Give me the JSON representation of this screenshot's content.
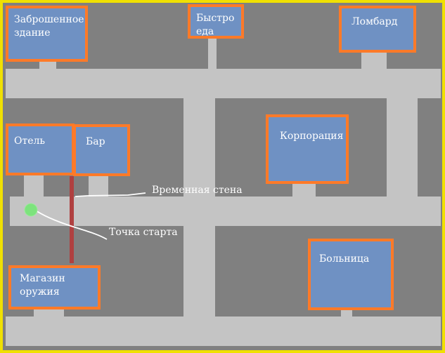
{
  "map": {
    "colors": {
      "frame": "#f0e000",
      "ground": "#808080",
      "road": "#c4c4c4",
      "building_fill": "#6f91c3",
      "building_border": "#ff7a28",
      "temporary_wall": "#b04040",
      "start_point": "#7de37d",
      "label_text": "#ffffff"
    },
    "buildings": {
      "abandoned": "Заброшенное\nздание",
      "fastfood": "Быстро\nеда",
      "pawnshop": "Ломбард",
      "hotel": "Отель",
      "bar": "Бар",
      "corporation": "Корпорация",
      "hospital": "Больница",
      "gunshop": "Магазин\nоружия"
    },
    "annotations": {
      "temp_wall": "Временная стена",
      "start": "Точка старта"
    },
    "icons": {
      "start_marker": "green-circle",
      "temp_wall": "red-vertical-bar"
    }
  }
}
